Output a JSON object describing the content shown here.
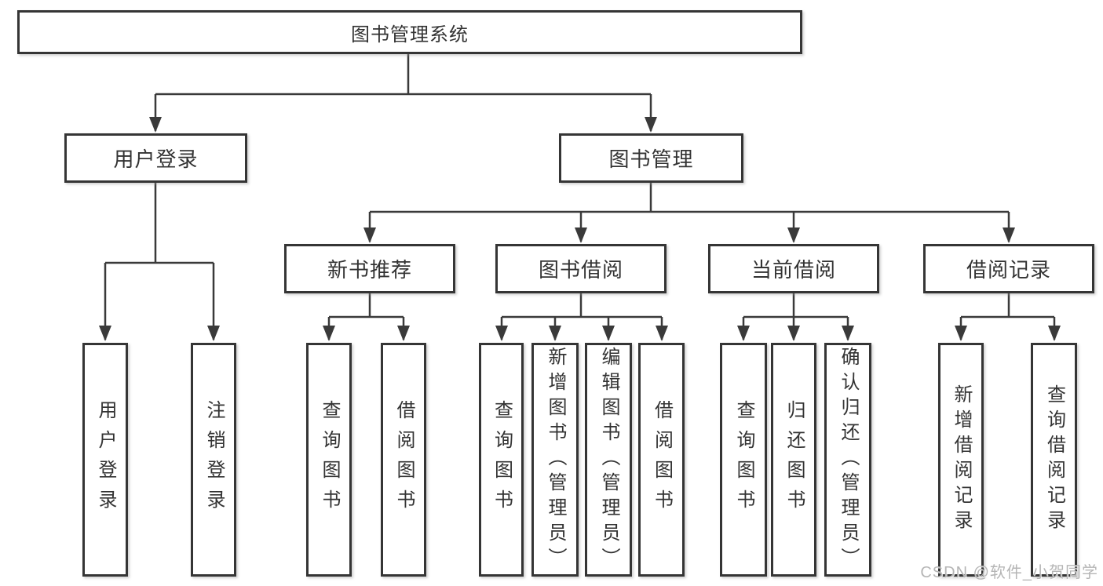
{
  "tree": {
    "root": {
      "label": "图书管理系统"
    },
    "children": [
      {
        "label": "用户登录",
        "children": [
          {
            "label": "用户登录"
          },
          {
            "label": "注销登录"
          }
        ]
      },
      {
        "label": "图书管理",
        "children": [
          {
            "label": "新书推荐",
            "children": [
              {
                "label": "查询图书"
              },
              {
                "label": "借阅图书"
              }
            ]
          },
          {
            "label": "图书借阅",
            "children": [
              {
                "label": "查询图书"
              },
              {
                "label": "新增图书（管理员）"
              },
              {
                "label": "编辑图书（管理员）"
              },
              {
                "label": "借阅图书"
              }
            ]
          },
          {
            "label": "当前借阅",
            "children": [
              {
                "label": "查询图书"
              },
              {
                "label": "归还图书"
              },
              {
                "label": "确认归还（管理员）"
              }
            ]
          },
          {
            "label": "借阅记录",
            "children": [
              {
                "label": "新增借阅记录"
              },
              {
                "label": "查询借阅记录"
              }
            ]
          }
        ]
      }
    ]
  },
  "watermark": {
    "text": "CSDN @软件_小贺同学"
  },
  "colors": {
    "line": "#3a3a3a",
    "border": "#353535",
    "text": "#333333",
    "bg": "#ffffff",
    "watermark": "#b5b5b5"
  }
}
